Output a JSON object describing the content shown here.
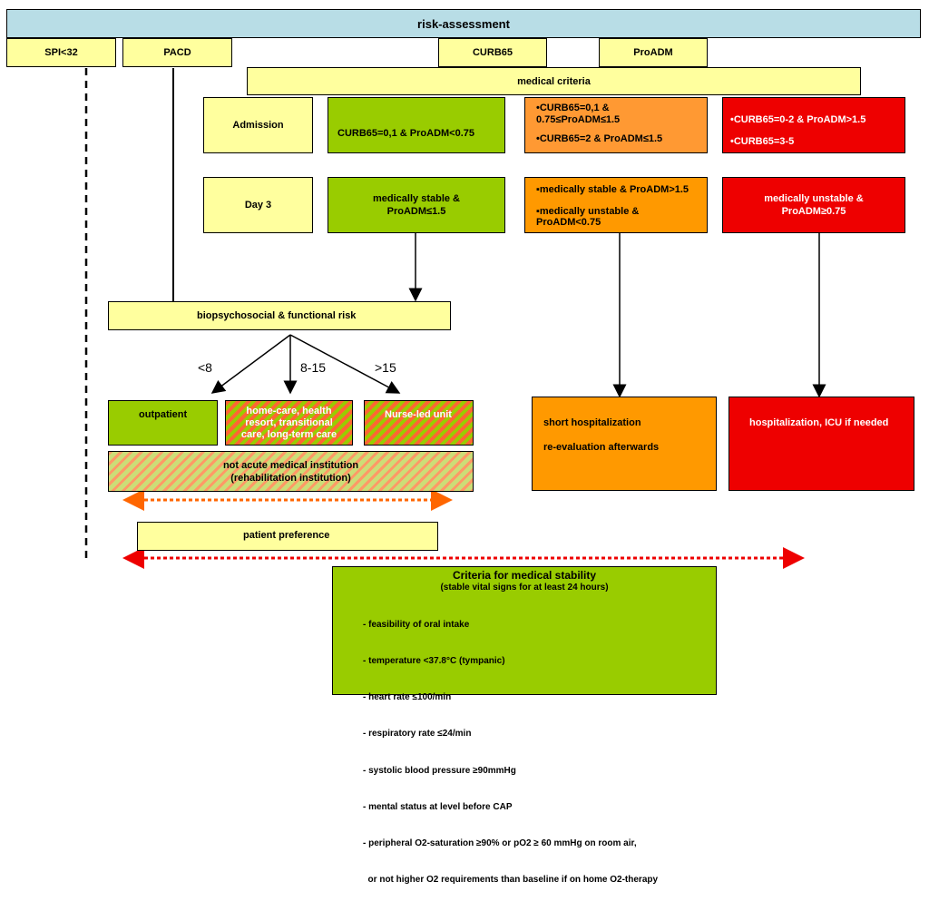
{
  "header": {
    "title": "risk-assessment"
  },
  "tools": {
    "spi": "SPI<32",
    "pacd": "PACD",
    "curb65": "CURB65",
    "proadm": "ProADM"
  },
  "medical_criteria": "medical criteria",
  "rows": {
    "admission": {
      "label": "Admission",
      "green": "CURB65=0,1 & ProADM<0.75",
      "orange_1": "•CURB65=0,1 & 0.75≤ProADM≤1.5",
      "orange_2": "•CURB65=2 & ProADM≤1.5",
      "red_1": "•CURB65=0-2 & ProADM>1.5",
      "red_2": "•CURB65=3-5"
    },
    "day3": {
      "label": "Day 3",
      "green": "medically stable & ProADM≤1.5",
      "orange_1": "▪medically stable & ProADM>1.5",
      "orange_2": "▪medically  unstable & ProADM<0.75",
      "red": "medically unstable & ProADM≥0.75"
    }
  },
  "biopsy": "biopsychosocial & functional risk",
  "thresholds": {
    "low": "<8",
    "mid": "8-15",
    "high": ">15"
  },
  "outcomes": {
    "outpatient": "outpatient",
    "homecare": "home-care, health resort, transitional care, long-term care",
    "nurse": "Nurse-led unit",
    "not_acute_1": "not acute medical institution",
    "not_acute_2": "(rehabilitation institution)",
    "short_1": "short hospitalization",
    "short_2": "re-evaluation afterwards",
    "hosp": "hospitalization, ICU if needed"
  },
  "preference": "patient preference",
  "criteria": {
    "title": "Criteria for medical stability",
    "subtitle": "(stable vital signs for at least 24 hours)",
    "items": [
      "- feasibility of oral intake",
      "- temperature <37.8°C (tympanic)",
      "- heart rate ≤100/min",
      "- respiratory rate ≤24/min",
      "- systolic blood pressure ≥90mmHg",
      "- mental status at level before CAP",
      "- peripheral O2-saturation ≥90% or pO2 ≥ 60 mmHg on room air,",
      "  or not higher O2 requirements than baseline if on home O2-therapy"
    ]
  },
  "colors": {
    "header": "#b8dde6",
    "cream": "#ffff9e",
    "green": "#99cc00",
    "orange": "#ff9933",
    "red": "#ee0000",
    "arrow_orange": "#ff6600",
    "arrow_red": "#ee0000"
  }
}
